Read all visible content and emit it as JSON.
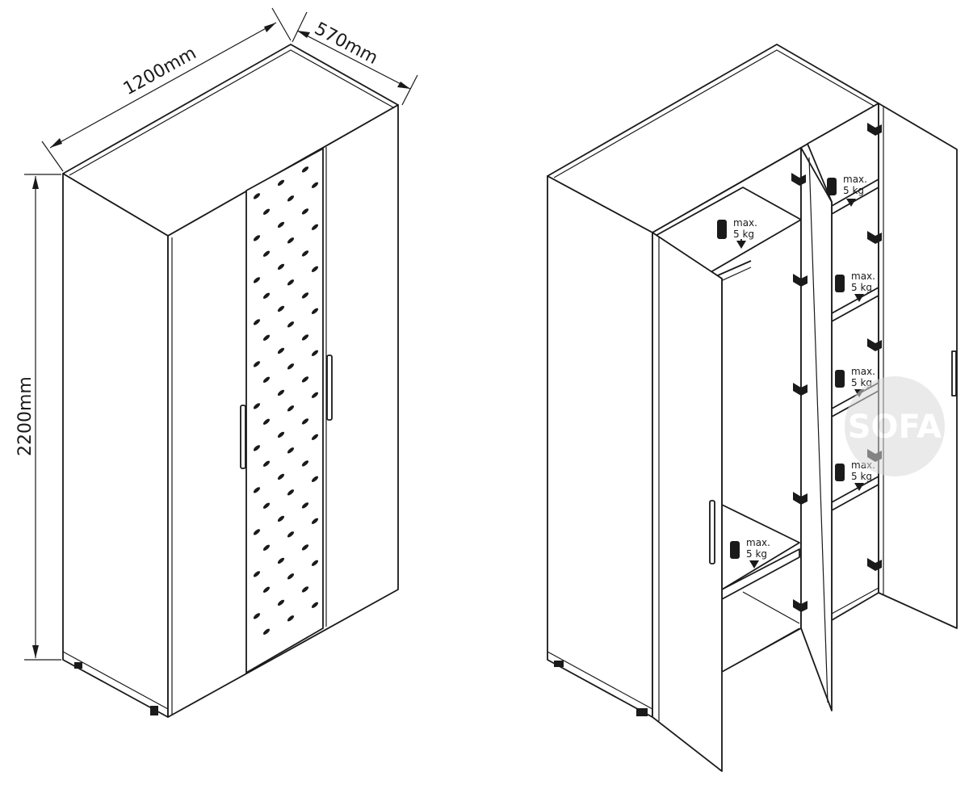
{
  "dimensions": {
    "width": "1200mm",
    "depth": "570mm",
    "height": "2200mm"
  },
  "load_labels": [
    {
      "max": "max.",
      "weight": "5 kg"
    },
    {
      "max": "max.",
      "weight": "5 kg"
    },
    {
      "max": "max.",
      "weight": "5 kg"
    },
    {
      "max": "max.",
      "weight": "5 kg"
    },
    {
      "max": "max.",
      "weight": "5 kg"
    },
    {
      "max": "max.",
      "weight": "5 kg"
    }
  ],
  "watermark": {
    "text": "SOFA",
    "color": "#c8c8c8"
  },
  "colors": {
    "line": "#1a1a1a",
    "background": "#ffffff"
  }
}
